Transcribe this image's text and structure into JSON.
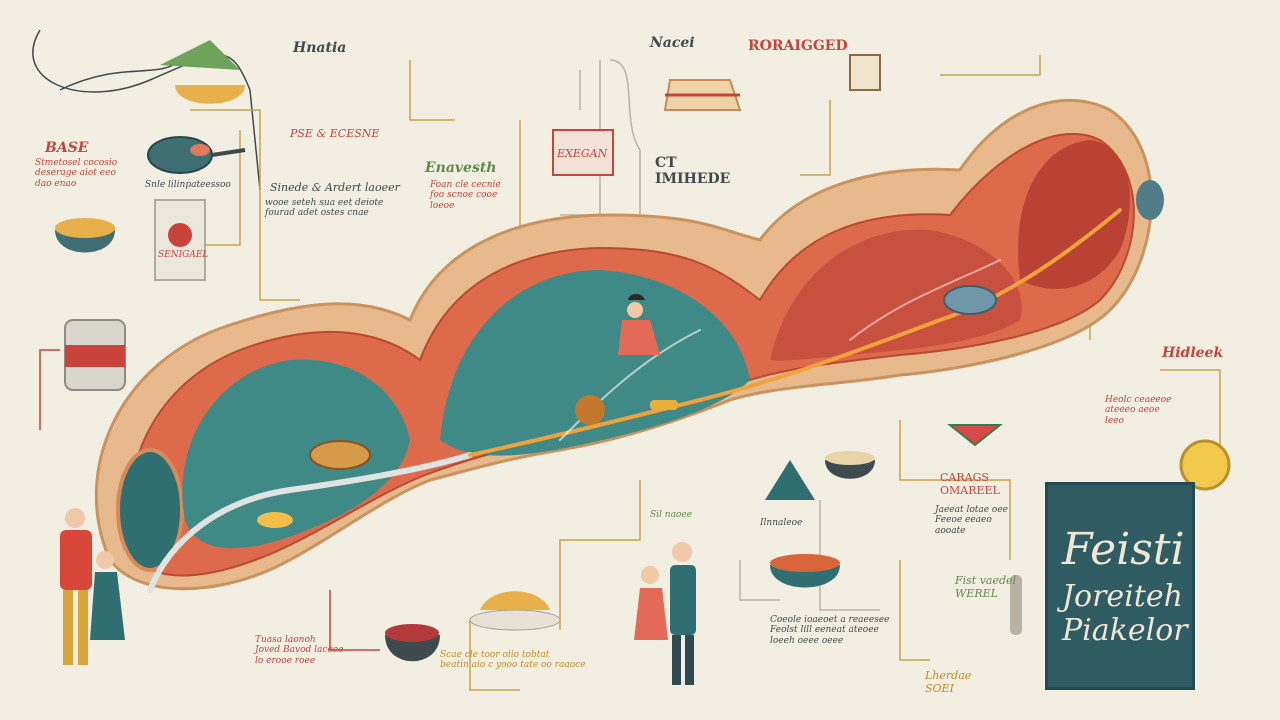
{
  "colors": {
    "background": "#f3eee2",
    "tube_outer": "#e7b98c",
    "tube_muscle": "#dd6a4a",
    "lumen_teal": "#3f8a86",
    "lumen_red": "#c8503f",
    "ink_red": "#c8443a",
    "ink_dark": "#3e4a4d",
    "panel": "#2f5b62",
    "panel_text": "#f0e6d4"
  },
  "title_panel": {
    "line1": "Feisti",
    "line2": "Joreiteh",
    "line3": "Piakelor"
  },
  "labels": {
    "top_left_heading": "Hnatia",
    "top_center_heading": "Nacei",
    "top_heading_banner": "RORAIGGED",
    "top_left_banner": "PSE & ECESNE",
    "left_heading": "BASE",
    "left_text": "Stmetosel cocosio\ndeserage aiot eeo\ndao enao",
    "left_caption": "Snle lilinpateessoo",
    "stirred_title": "Sinede & Ardert laoeer",
    "stirred_text": "wooe seteh sua eet deiote\nfourad adet ostes cnae",
    "green_heading": "Enavesth",
    "green_text": "Foan cle cecnie\nfoo scnoe cooe\nloeoe",
    "stomach_sign": "EXEGAN",
    "handle_heading": "CT\nIMIHEDE",
    "jar_label": "SENIGAEL",
    "right_heading": "Hidleek",
    "bottom_left_text": "Tuasa laonoh\nJoved Bavod laceee\nlo erooe roee",
    "bottom_center_text": "Scae cle toor oiio tobtat\nbeatin aio c yooo tate oo raaoce",
    "bowl_caption": "Ilnnaleoe",
    "mid_note": "Sil naoee",
    "carafe_heading": "CARAGS\nOMAREEL",
    "carafe_text": "Jaeeat lotae oee\nFeeoe eeaeo\naooate",
    "spoon_text": "Coeole ioaeoet a reaeesee\nFeolst lill eeneat ateoee\nloeeh oeee oeee",
    "west_heading": "Fist vaedel\nWEREL",
    "bottom_right_heading": "Lherdae\nSOEI",
    "right_text": "Heolc ceaeeoe\nateeeo aeoe\nleeo"
  }
}
